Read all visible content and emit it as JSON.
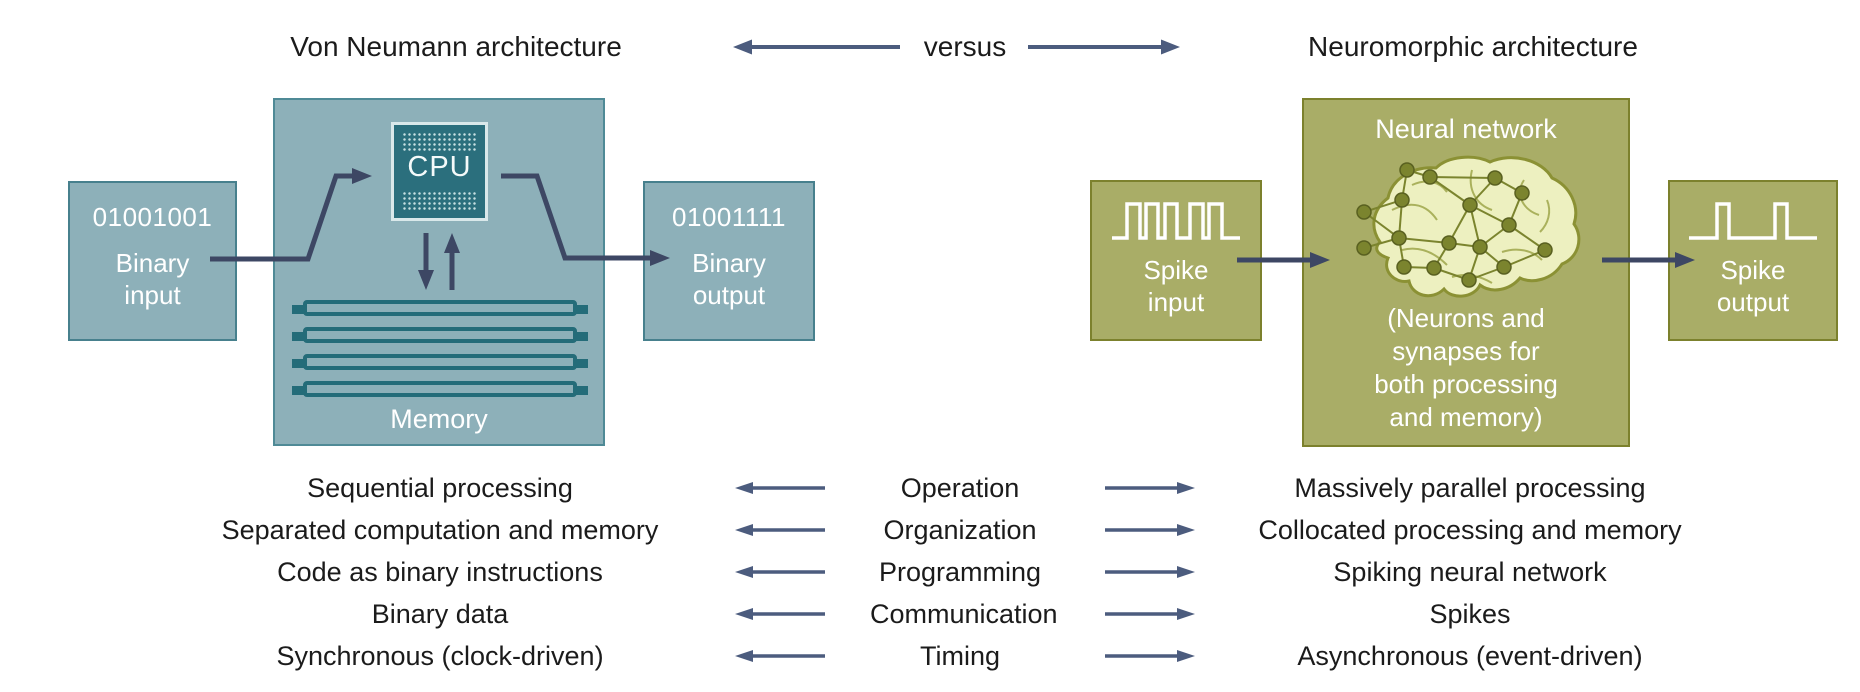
{
  "titles": {
    "left": "Von Neumann architecture",
    "versus": "versus",
    "right": "Neuromorphic architecture"
  },
  "von_neumann": {
    "input": {
      "code": "01001001",
      "line1": "Binary",
      "line2": "input"
    },
    "cpu_label": "CPU",
    "memory_label": "Memory",
    "output": {
      "code": "01001111",
      "line1": "Binary",
      "line2": "output"
    }
  },
  "neuromorphic": {
    "input": {
      "line1": "Spike",
      "line2": "input"
    },
    "network_title": "Neural network",
    "network_caption_lines": [
      "(Neurons and",
      "synapses for",
      "both processing",
      "and memory)"
    ],
    "output": {
      "line1": "Spike",
      "line2": "output"
    }
  },
  "comparison_rows": [
    {
      "left": "Sequential processing",
      "center": "Operation",
      "right": "Massively parallel processing"
    },
    {
      "left": "Separated computation and memory",
      "center": "Organization",
      "right": "Collocated processing and memory"
    },
    {
      "left": "Code as binary instructions",
      "center": "Programming",
      "right": "Spiking neural network"
    },
    {
      "left": "Binary data",
      "center": "Communication",
      "right": "Spikes"
    },
    {
      "left": "Synchronous (clock-driven)",
      "center": "Timing",
      "right": "Asynchronous (event-driven)"
    }
  ],
  "colors": {
    "teal_fill": "#8db0b9",
    "teal_border": "#47808d",
    "cpu_fill": "#2b6f7d",
    "ram_outline": "#246c79",
    "olive_fill": "#a9ad67",
    "olive_border": "#7c812d",
    "brain_fill": "#edf0c0",
    "node_fill": "#7b842e",
    "connector_arrow": "#3d4764",
    "compare_arrow": "#4c5c7e",
    "text_dark": "#1b1b1b",
    "text_light": "#ffffff"
  }
}
